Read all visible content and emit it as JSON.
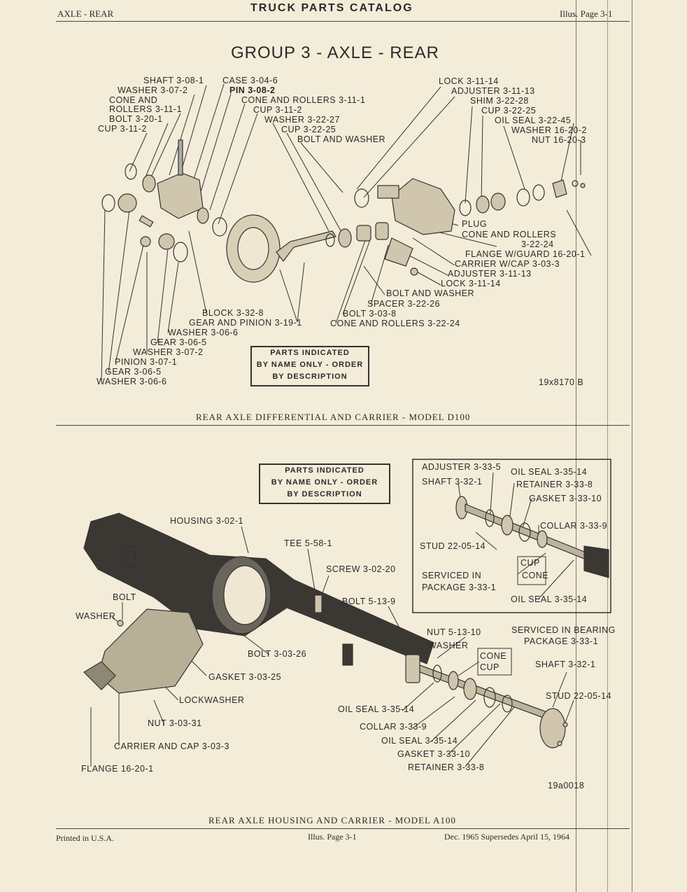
{
  "header": {
    "left": "AXLE - REAR",
    "center": "TRUCK PARTS CATALOG",
    "right": "Illus. Page 3-1"
  },
  "group_title": "GROUP 3 - AXLE - REAR",
  "note_lines": [
    "PARTS INDICATED",
    "BY NAME ONLY - ORDER",
    "BY DESCRIPTION"
  ],
  "diagram1": {
    "caption": "REAR AXLE DIFFERENTIAL AND CARRIER - MODEL D100",
    "figure_id": "19x8170 B",
    "labels": [
      "SHAFT 3-08-1",
      "WASHER 3-07-2",
      "CONE AND",
      "ROLLERS 3-11-1",
      "BOLT 3-20-1",
      "CUP 3-11-2",
      "CASE 3-04-6",
      "PIN 3-08-2",
      "CONE AND ROLLERS 3-11-1",
      "CUP 3-11-2",
      "WASHER 3-22-27",
      "CUP 3-22-25",
      "BOLT AND WASHER",
      "LOCK 3-11-14",
      "ADJUSTER 3-11-13",
      "SHIM 3-22-28",
      "CUP 3-22-25",
      "OIL SEAL 3-22-45",
      "WASHER 16-20-2",
      "NUT 16-20-3",
      "PLUG",
      "CONE AND ROLLERS",
      "3-22-24",
      "FLANGE W/GUARD 16-20-1",
      "CARRIER W/CAP 3-03-3",
      "ADJUSTER 3-11-13",
      "LOCK 3-11-14",
      "BOLT AND WASHER",
      "SPACER 3-22-26",
      "BOLT 3-03-8",
      "CONE AND ROLLERS 3-22-24",
      "BLOCK 3-32-8",
      "GEAR AND PINION 3-19-1",
      "WASHER 3-06-6",
      "GEAR 3-06-5",
      "WASHER 3-07-2",
      "PINION 3-07-1",
      "GEAR 3-06-5",
      "WASHER 3-06-6"
    ]
  },
  "diagram2": {
    "caption": "REAR AXLE HOUSING AND CARRIER - MODEL A100",
    "figure_id": "19a0018",
    "inset_labels": [
      "ADJUSTER 3-33-5",
      "SHAFT 3-32-1",
      "OIL SEAL 3-35-14",
      "RETAINER 3-33-8",
      "GASKET 3-33-10",
      "COLLAR 3-33-9",
      "STUD 22-05-14",
      "CUP",
      "CONE",
      "SERVICED IN",
      "PACKAGE 3-33-1",
      "OIL SEAL 3-35-14"
    ],
    "labels": [
      "HOUSING 3-02-1",
      "TEE 5-58-1",
      "SCREW 3-02-20",
      "BOLT 5-13-9",
      "BOLT",
      "WASHER",
      "BOLT 3-03-26",
      "GASKET 3-03-25",
      "LOCKWASHER",
      "NUT 3-03-31",
      "CARRIER AND CAP 3-03-3",
      "FLANGE 16-20-1",
      "NUT 5-13-10",
      "WASHER",
      "CONE",
      "CUP",
      "SERVICED IN BEARING",
      "PACKAGE 3-33-1",
      "SHAFT 3-32-1",
      "STUD 22-05-14",
      "OIL SEAL 3-35-14",
      "COLLAR 3-33-9",
      "OIL SEAL 3-35-14",
      "GASKET 3-33-10",
      "RETAINER 3-33-8"
    ]
  },
  "footer": {
    "left": "Printed in U.S.A.",
    "center": "Illus. Page 3-1",
    "right": "Dec. 1965 Supersedes April 15, 1964"
  }
}
